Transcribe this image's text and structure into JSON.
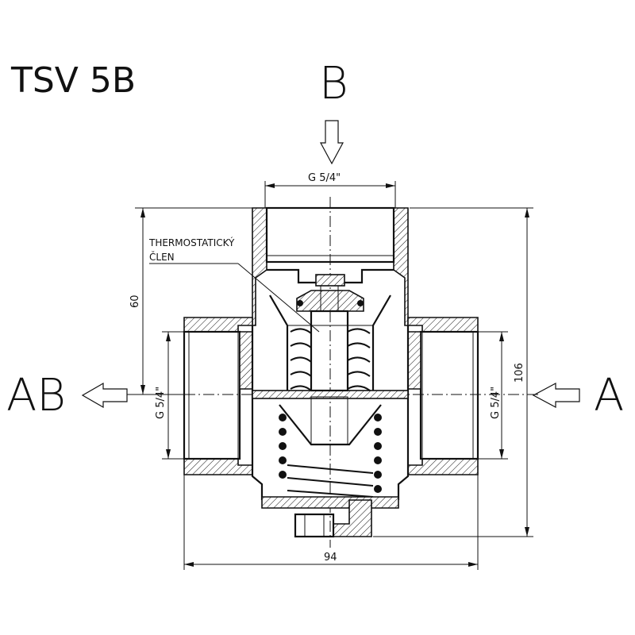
{
  "title": "TSV 5B",
  "ports": {
    "top": "B",
    "left": "AB",
    "right": "A"
  },
  "dimensions": {
    "top_thread": "G 5/4\"",
    "left_thread": "G 5/4\"",
    "right_thread": "G 5/4\"",
    "height_upper": "60",
    "height_total": "106",
    "width_total": "94"
  },
  "callout": {
    "line1": "THERMOSTATICKÝ",
    "line2": "ČLEN"
  }
}
